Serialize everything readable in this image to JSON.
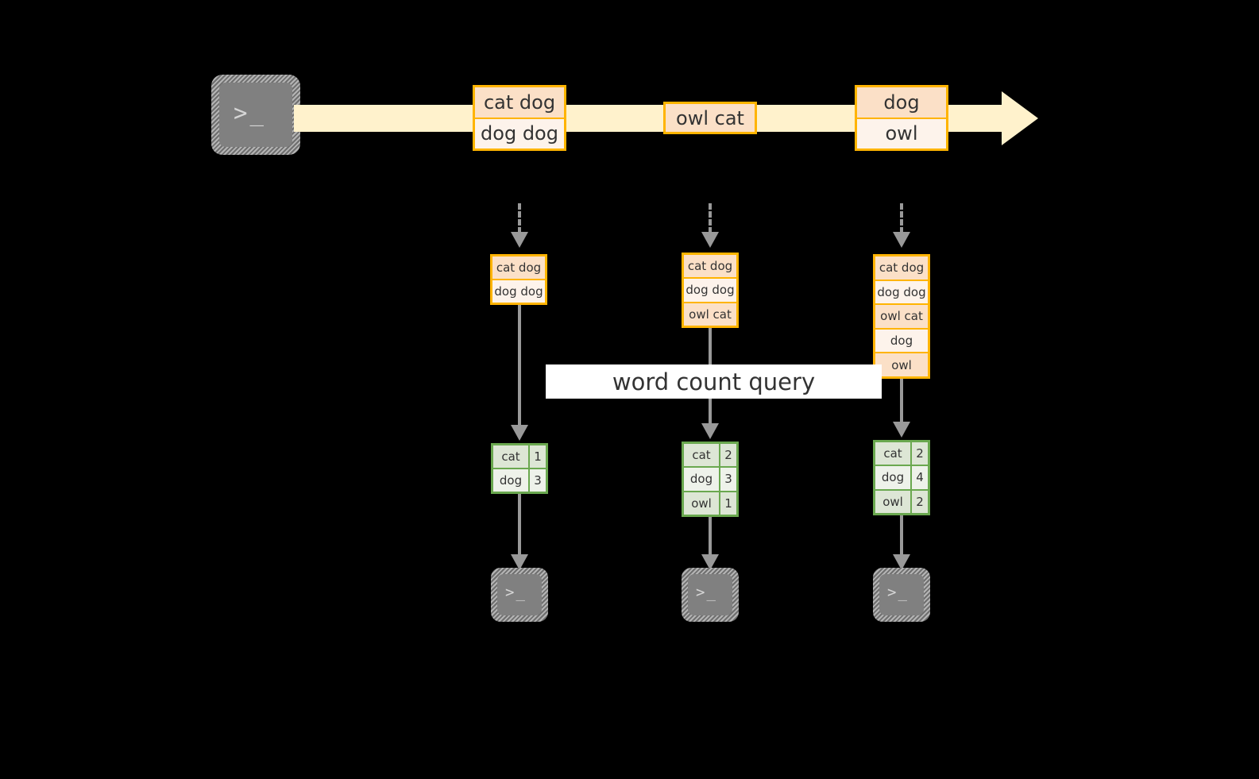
{
  "colors": {
    "background": "#000000",
    "stream_band": "#fff2cc",
    "record_border": "#ffb400",
    "record_fill_dark": "#fbe0c7",
    "record_fill_light": "#fdf3eb",
    "table_border": "#6aa84f",
    "table_fill_dark": "#dde6d5",
    "table_fill_light": "#eef2ea",
    "arrow_gray": "#999999",
    "terminal_gray": "#808080",
    "label_bg": "#ffffff",
    "text": "#333333"
  },
  "diagram": {
    "query_label": "word count query",
    "source": {
      "icon": "terminal-icon",
      "prompt_glyph": ">_"
    },
    "stream": {
      "groups": [
        {
          "rows": [
            "cat dog",
            "dog dog"
          ]
        },
        {
          "rows": [
            "owl cat"
          ]
        },
        {
          "rows": [
            "dog",
            "owl"
          ]
        }
      ]
    },
    "columns": [
      {
        "snapshot": {
          "rows": [
            "cat dog",
            "dog dog"
          ]
        },
        "result": {
          "rows": [
            {
              "word": "cat",
              "count": "1"
            },
            {
              "word": "dog",
              "count": "3"
            }
          ]
        },
        "sink": {
          "icon": "terminal-icon",
          "prompt_glyph": ">_"
        }
      },
      {
        "snapshot": {
          "rows": [
            "cat dog",
            "dog dog",
            "owl cat"
          ]
        },
        "result": {
          "rows": [
            {
              "word": "cat",
              "count": "2"
            },
            {
              "word": "dog",
              "count": "3"
            },
            {
              "word": "owl",
              "count": "1"
            }
          ]
        },
        "sink": {
          "icon": "terminal-icon",
          "prompt_glyph": ">_"
        }
      },
      {
        "snapshot": {
          "rows": [
            "cat dog",
            "dog dog",
            "owl cat",
            "dog",
            "owl"
          ]
        },
        "result": {
          "rows": [
            {
              "word": "cat",
              "count": "2"
            },
            {
              "word": "dog",
              "count": "4"
            },
            {
              "word": "owl",
              "count": "2"
            }
          ]
        },
        "sink": {
          "icon": "terminal-icon",
          "prompt_glyph": ">_"
        }
      }
    ]
  }
}
